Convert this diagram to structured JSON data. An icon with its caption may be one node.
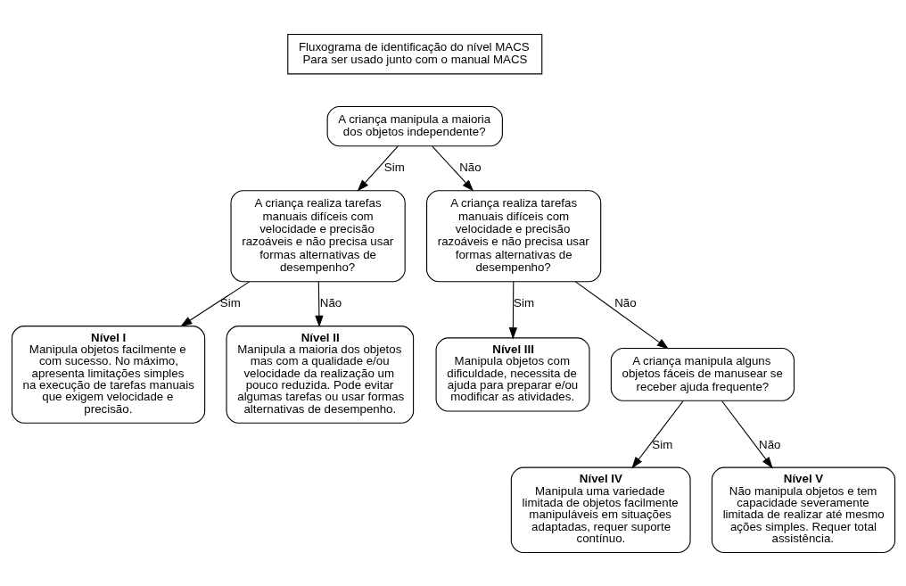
{
  "diagram": {
    "nodes": [
      {
        "text": [
          "Fluxograma de identificação do nível MACS",
          "Para ser usado junto com o manual MACS"
        ]
      },
      {
        "text": [
          "A criança manipula a maioria dos objetos independente?"
        ]
      },
      {
        "text": [
          "A criança realiza tarefas manuais difíceis com velocidade e precisão razoáveis e não precisa usar formas alternativas de desempenho?"
        ]
      },
      {
        "text": [
          "A criança realiza tarefas manuais difíceis com velocidade e precisão razoáveis e não precisa usar formas alternativas de desempenho?"
        ]
      },
      {
        "text": [
          "Nível I",
          "Manipula objetos facilmente e com sucesso. No máximo, apresenta limitações simples na execução de tarefas manuais que exigem velocidade e precisão."
        ]
      },
      {
        "text": [
          "Nível II",
          "Manipula a maioria dos objetos mas com a qualidade e/ou velocidade da realização um pouco reduzida. Pode evitar algumas tarefas ou usar formas alternativas de desempenho."
        ]
      },
      {
        "text": [
          "Nível III",
          "Manipula objetos com dificuldade, necessita de ajuda para preparar e/ou modificar as atividades."
        ]
      },
      {
        "text": [
          "A criança manipula alguns objetos fáceis de manusear se receber ajuda frequente?"
        ]
      },
      {
        "text": [
          "Nível IV",
          "Manipula uma variedade limitada de objetos facilmente manipuláveis em situações adaptadas, requer suporte contínuo."
        ]
      },
      {
        "text": [
          "Nível V",
          "Não manipula objetos e tem capacidade severamente limitada de realizar até mesmo ações simples. Requer total assistência."
        ]
      }
    ],
    "edges": [
      {
        "from": 1,
        "to": 2,
        "arrow": "to",
        "label": "Sim"
      },
      {
        "from": 1,
        "to": 3,
        "arrow": "to",
        "label": "Não"
      },
      {
        "from": 2,
        "to": 4,
        "arrow": "to",
        "label": "Sim"
      },
      {
        "from": 2,
        "to": 5,
        "arrow": "to",
        "label": "Não"
      },
      {
        "from": 3,
        "to": 6,
        "arrow": "to",
        "label": "Sim"
      },
      {
        "from": 3,
        "to": 7,
        "arrow": "to",
        "label": "Não"
      },
      {
        "from": 7,
        "to": 8,
        "arrow": "to",
        "label": "Sim"
      },
      {
        "from": 7,
        "to": 9,
        "arrow": "to",
        "label": "Não"
      }
    ]
  }
}
